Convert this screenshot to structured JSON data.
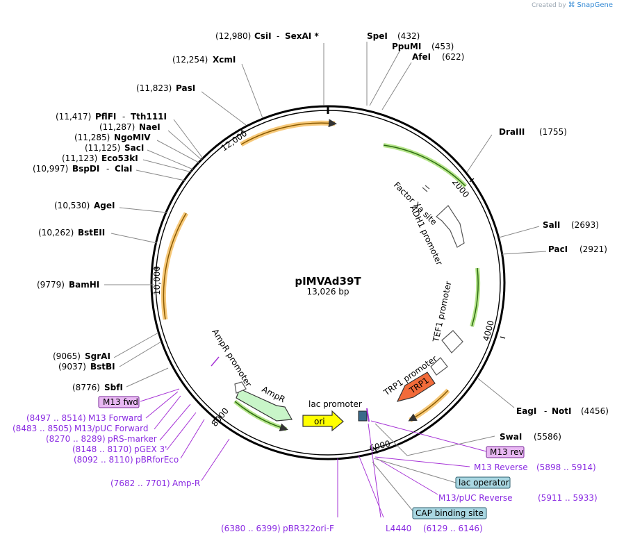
{
  "credit": {
    "prefix": "Created by",
    "brand": "SnapGene"
  },
  "plasmid": {
    "name": "pIMVAd39T",
    "size": "13,026 bp"
  },
  "ticks": [
    "2000",
    "4000",
    "6000",
    "8000",
    "10,000",
    "12,000"
  ],
  "enzymes": [
    {
      "pos": "(12,980)",
      "name": "CsiI",
      "extra": "SexAI *"
    },
    {
      "pos": "(12,254)",
      "name": "XcmI"
    },
    {
      "pos": "(11,823)",
      "name": "PasI"
    },
    {
      "pos": "(11,417)",
      "name": "PflFI",
      "extra": "Tth111I"
    },
    {
      "pos": "(11,287)",
      "name": "NaeI"
    },
    {
      "pos": "(11,285)",
      "name": "NgoMIV"
    },
    {
      "pos": "(11,125)",
      "name": "SacI"
    },
    {
      "pos": "(11,123)",
      "name": "Eco53kI"
    },
    {
      "pos": "(10,997)",
      "name": "BspDI",
      "extra": "ClaI"
    },
    {
      "pos": "(10,530)",
      "name": "AgeI"
    },
    {
      "pos": "(10,262)",
      "name": "BstEII"
    },
    {
      "pos": "(9779)",
      "name": "BamHI"
    },
    {
      "pos": "(9065)",
      "name": "SgrAI"
    },
    {
      "pos": "(9037)",
      "name": "BstBI"
    },
    {
      "pos": "(8776)",
      "name": "SbfI"
    },
    {
      "pos": "(432)",
      "name": "SpeI"
    },
    {
      "pos": "(453)",
      "name": "PpuMI"
    },
    {
      "pos": "(622)",
      "name": "AfeI"
    },
    {
      "pos": "(1755)",
      "name": "DraIII"
    },
    {
      "pos": "(2693)",
      "name": "SalI"
    },
    {
      "pos": "(2921)",
      "name": "PacI"
    },
    {
      "pos": "(4456)",
      "name": "EagI",
      "extra": "NotI"
    },
    {
      "pos": "(5586)",
      "name": "SwaI"
    }
  ],
  "primers_left": [
    {
      "label": "M13 fwd",
      "boxed": true
    },
    {
      "pos": "(8497 .. 8514)",
      "name": "M13 Forward"
    },
    {
      "pos": "(8483 .. 8505)",
      "name": "M13/pUC Forward"
    },
    {
      "pos": "(8270 .. 8289)",
      "name": "pRS-marker"
    },
    {
      "pos": "(8148 .. 8170)",
      "name": "pGEX 3'"
    },
    {
      "pos": "(8092 .. 8110)",
      "name": "pBRforEco"
    },
    {
      "pos": "(7682 .. 7701)",
      "name": "Amp-R"
    }
  ],
  "primers_right": [
    {
      "label": "M13 rev",
      "boxed": true
    },
    {
      "name": "M13 Reverse",
      "pos": "(5898 .. 5914)"
    },
    {
      "label": "lac operator",
      "boxed": true
    },
    {
      "name": "M13/pUC Reverse",
      "pos": "(5911 .. 5933)"
    },
    {
      "label": "CAP binding site",
      "boxed": true
    }
  ],
  "primers_bottom": [
    {
      "pos": "(6380 .. 6399)",
      "name": "pBR322ori-F"
    },
    {
      "name": "L4440",
      "pos": "(6129 .. 6146)"
    }
  ],
  "features": {
    "factor_xa": "Factor Xa site",
    "adh1": "ADH1 promoter",
    "tef1": "TEF1 promoter",
    "trp1_promoter": "TRP1 promoter",
    "trp1": "TRP1",
    "lac_promoter": "lac promoter",
    "ori": "ori",
    "ampr": "AmpR",
    "ampr_promoter": "AmpR promoter"
  },
  "colors": {
    "trp1": "#f26b3a",
    "ori": "#ffff00",
    "ampr": "#c8f5c8",
    "orange_arc": "#f7c97a",
    "green_arc": "#b5e58a",
    "primer": "#a633d6",
    "primer_box": "#e8b8f2",
    "feature_box": "#a9d7e2"
  }
}
